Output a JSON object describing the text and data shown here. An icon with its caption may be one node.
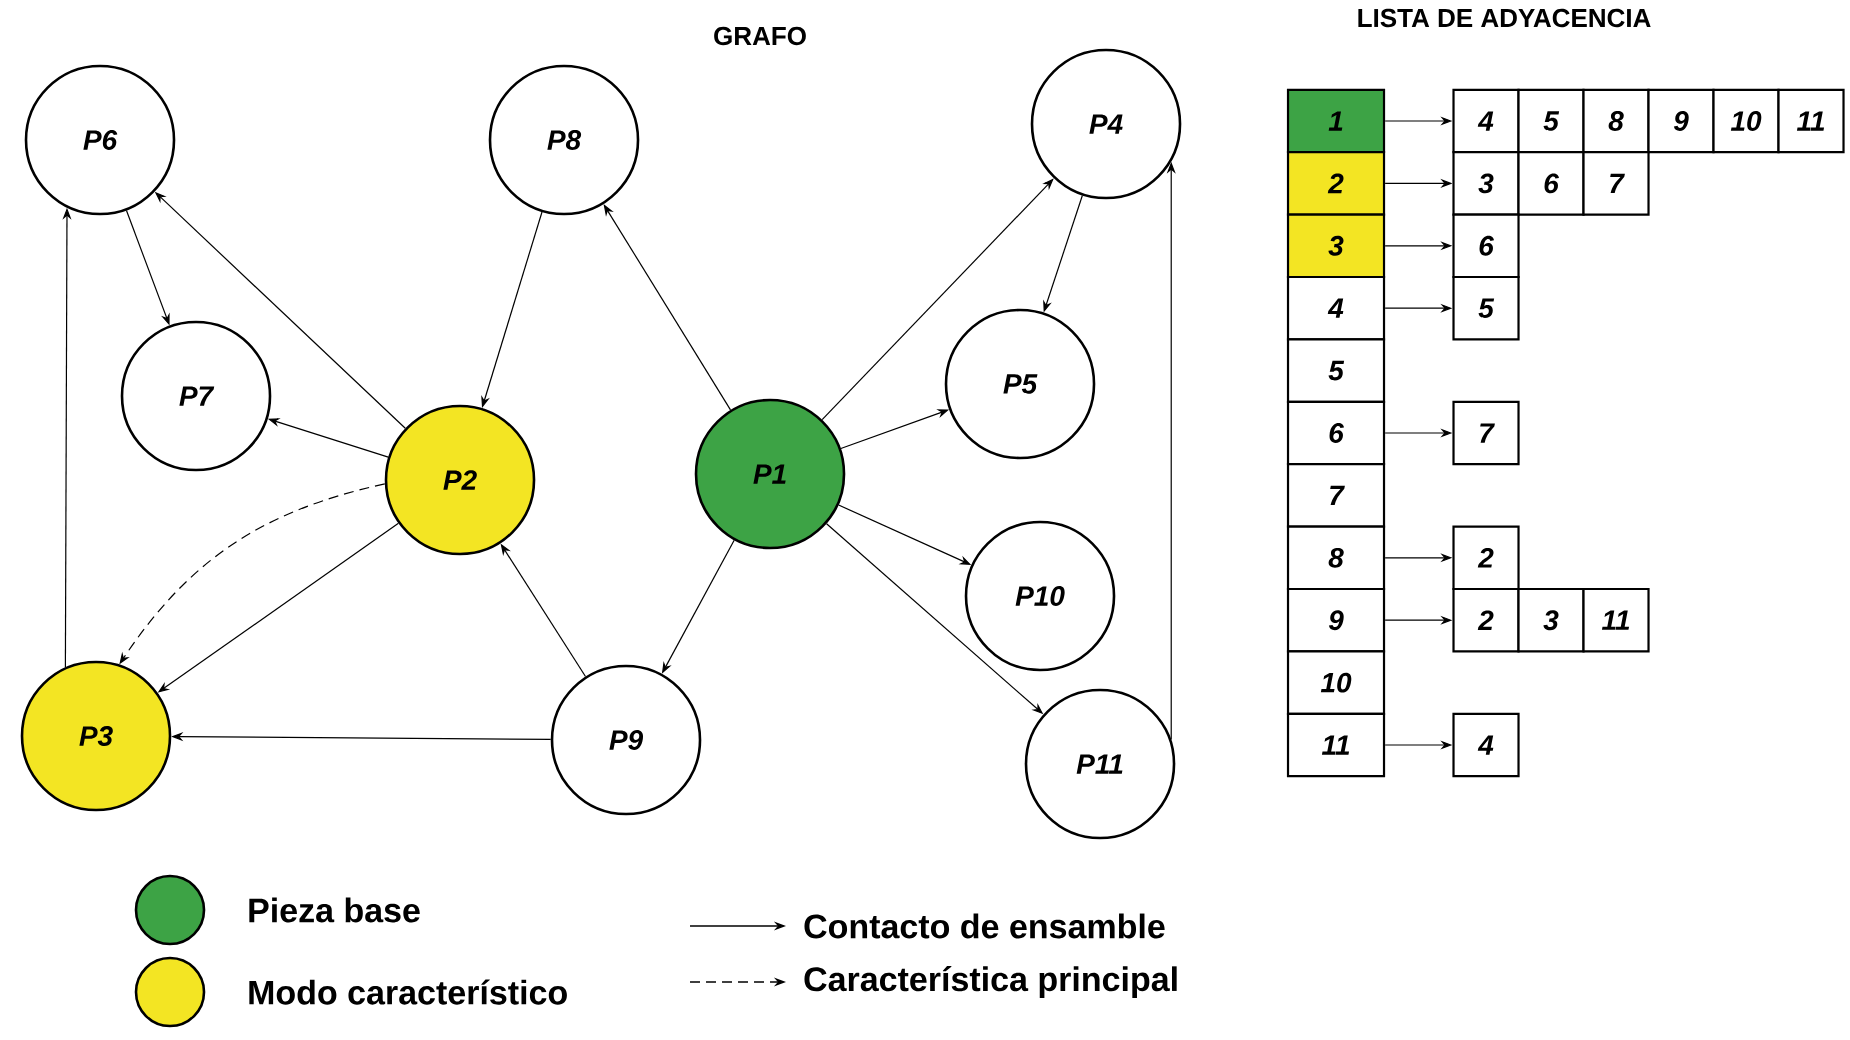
{
  "diagram": {
    "title": "GRAFO",
    "nodes": [
      {
        "text": [
          "P1"
        ]
      },
      {
        "text": [
          "P2"
        ]
      },
      {
        "text": [
          "P3"
        ]
      },
      {
        "text": [
          "P4"
        ]
      },
      {
        "text": [
          "P5"
        ]
      },
      {
        "text": [
          "P6"
        ]
      },
      {
        "text": [
          "P7"
        ]
      },
      {
        "text": [
          "P8"
        ]
      },
      {
        "text": [
          "P9"
        ]
      },
      {
        "text": [
          "P10"
        ]
      },
      {
        "text": [
          "P11"
        ]
      },
      {
        "text": [
          "1"
        ]
      },
      {
        "text": [
          "2"
        ]
      },
      {
        "text": [
          "3"
        ]
      },
      {
        "text": [
          "4"
        ]
      },
      {
        "text": [
          "5"
        ]
      },
      {
        "text": [
          "6"
        ]
      },
      {
        "text": [
          "7"
        ]
      },
      {
        "text": [
          "8"
        ]
      },
      {
        "text": [
          "9"
        ]
      },
      {
        "text": [
          "10"
        ]
      },
      {
        "text": [
          "11"
        ]
      },
      {
        "text": [
          "4"
        ]
      },
      {
        "text": [
          "5"
        ]
      },
      {
        "text": [
          "8"
        ]
      },
      {
        "text": [
          "9"
        ]
      },
      {
        "text": [
          "10"
        ]
      },
      {
        "text": [
          "11"
        ]
      },
      {
        "text": [
          "3"
        ]
      },
      {
        "text": [
          "6"
        ]
      },
      {
        "text": [
          "7"
        ]
      },
      {
        "text": [
          "6"
        ]
      },
      {
        "text": [
          "5"
        ]
      },
      {
        "text": [
          "7"
        ]
      },
      {
        "text": [
          "2"
        ]
      },
      {
        "text": [
          "2"
        ]
      },
      {
        "text": [
          "3"
        ]
      },
      {
        "text": [
          "11"
        ]
      },
      {
        "text": [
          "4"
        ]
      }
    ],
    "edges": [
      {
        "from": 0,
        "to": 7,
        "arrow": "to"
      },
      {
        "from": 0,
        "to": 3,
        "arrow": "to"
      },
      {
        "from": 0,
        "to": 4,
        "arrow": "to"
      },
      {
        "from": 0,
        "to": 9,
        "arrow": "to"
      },
      {
        "from": 0,
        "to": 10,
        "arrow": "to"
      },
      {
        "from": 0,
        "to": 8,
        "arrow": "to"
      },
      {
        "from": 1,
        "to": 5,
        "arrow": "to"
      },
      {
        "from": 1,
        "to": 6,
        "arrow": "to"
      },
      {
        "from": 1,
        "to": 2,
        "arrow": "to"
      },
      {
        "from": 1,
        "to": 2,
        "arrow": "to",
        "style": "dashed"
      },
      {
        "from": 7,
        "to": 1,
        "arrow": "to"
      },
      {
        "from": 8,
        "to": 1,
        "arrow": "to"
      },
      {
        "from": 8,
        "to": 2,
        "arrow": "to"
      },
      {
        "from": 2,
        "to": 5,
        "arrow": "to"
      },
      {
        "from": 5,
        "to": 6,
        "arrow": "to"
      },
      {
        "from": 3,
        "to": 4,
        "arrow": "to"
      },
      {
        "from": 10,
        "to": 3,
        "arrow": "to"
      },
      {
        "from": 11,
        "to": 22,
        "arrow": "to"
      },
      {
        "from": 12,
        "to": 28,
        "arrow": "to"
      },
      {
        "from": 13,
        "to": 31,
        "arrow": "to"
      },
      {
        "from": 14,
        "to": 32,
        "arrow": "to"
      },
      {
        "from": 16,
        "to": 33,
        "arrow": "to"
      },
      {
        "from": 18,
        "to": 34,
        "arrow": "to"
      },
      {
        "from": 19,
        "to": 35,
        "arrow": "to"
      },
      {
        "from": 21,
        "to": 38,
        "arrow": "to"
      }
    ],
    "labels": [
      "LISTA DE ADYACENCIA"
    ],
    "legend": [
      {
        "text": "Pieza base",
        "color": "#3da345"
      },
      {
        "text": "Modo característico",
        "color": "#f3e523"
      },
      {
        "text": "Contacto de ensamble"
      },
      {
        "text": "Característica principal"
      }
    ]
  }
}
